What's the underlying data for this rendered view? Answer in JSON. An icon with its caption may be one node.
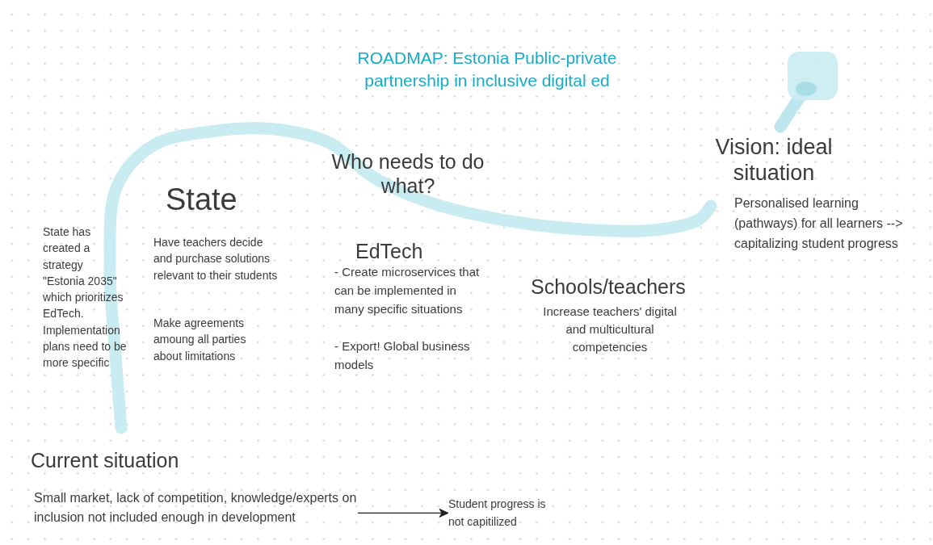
{
  "diagram": {
    "title": "ROADMAP: Estonia Public-private partnership in inclusive digital ed",
    "nodes": [
      {
        "text": [
          "Small market, lack of competition, knowledge/experts on inclusion not included enough in development"
        ]
      },
      {
        "text": [
          "Student progress is not capitilized"
        ]
      }
    ],
    "edges": [
      {
        "from": 0,
        "to": 1,
        "arrow": "to"
      }
    ],
    "labels": [
      "Who needs to do what?",
      "State",
      "State has created a strategy \"Estonia 2035\" which prioritizes EdTech. Implementation plans need to be more specific",
      "Have teachers decide and purchase solutions relevant to their students",
      "Make agreements amoung all parties about limitations",
      "EdTech",
      "- Create microservices that can be implemented in many specific situations",
      "- Export! Global business models",
      "Schools/teachers",
      "Increase teachers' digital and multicultural competencies",
      "Vision: ideal situation",
      "Personalised learning (pathways) for all learners --> capitalizing student progress",
      "Current situation"
    ]
  }
}
